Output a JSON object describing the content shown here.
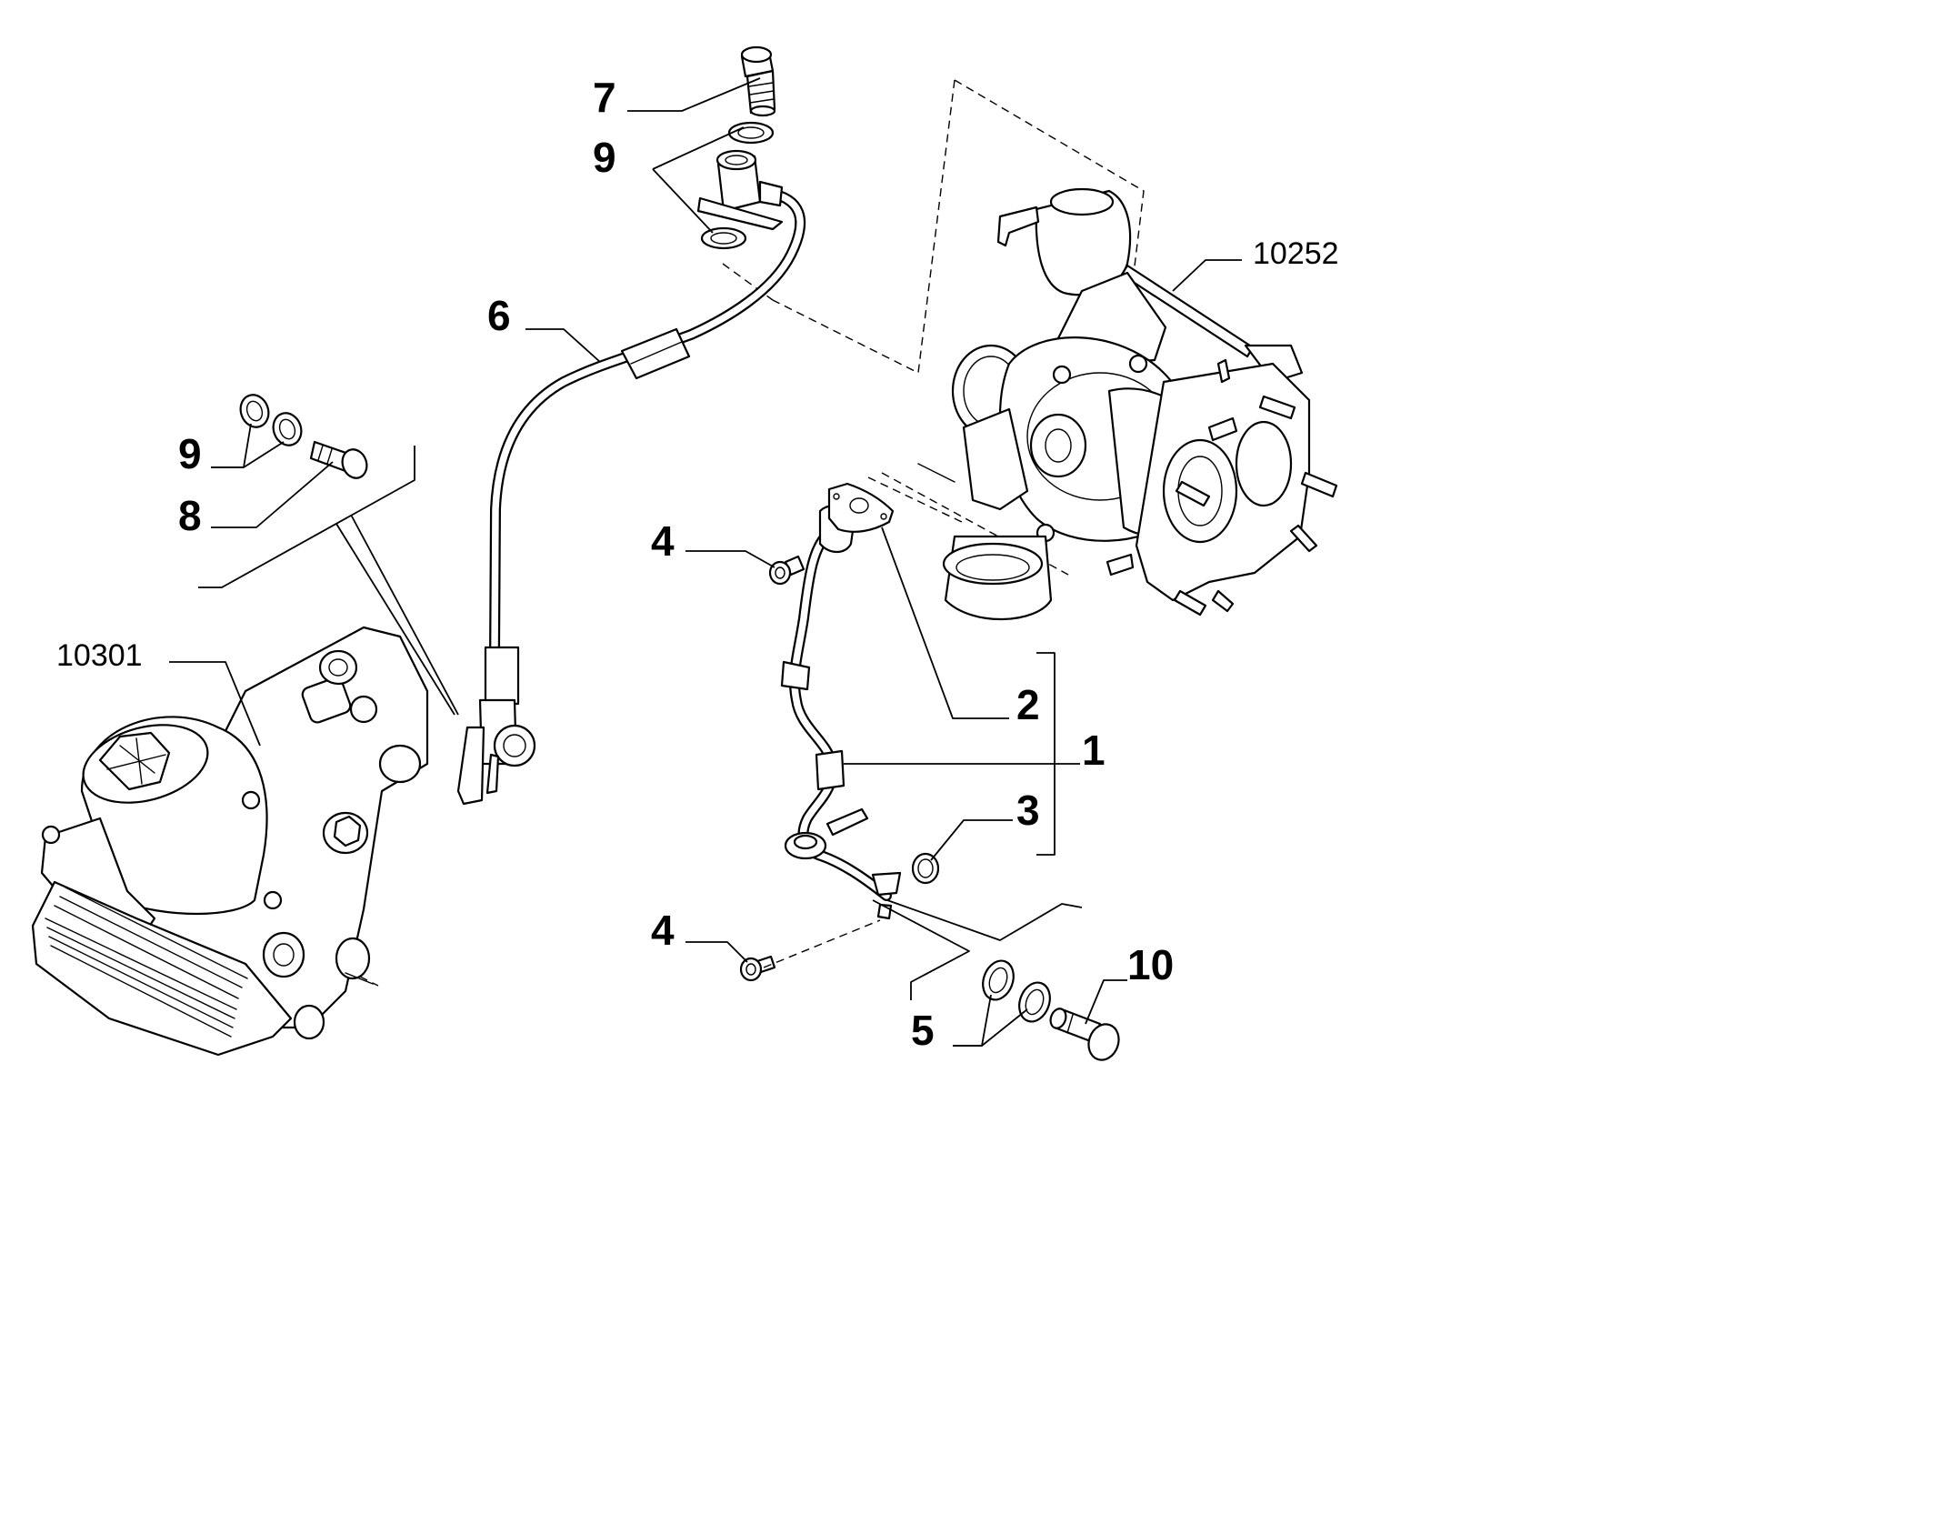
{
  "callouts": {
    "c1": "1",
    "c2": "2",
    "c3": "3",
    "c4a": "4",
    "c4b": "4",
    "c5": "5",
    "c6": "6",
    "c7": "7",
    "c8": "8",
    "c9a": "9",
    "c9b": "9",
    "c10": "10"
  },
  "references": {
    "turbocharger": "10252",
    "oil_filter_housing": "10301"
  }
}
